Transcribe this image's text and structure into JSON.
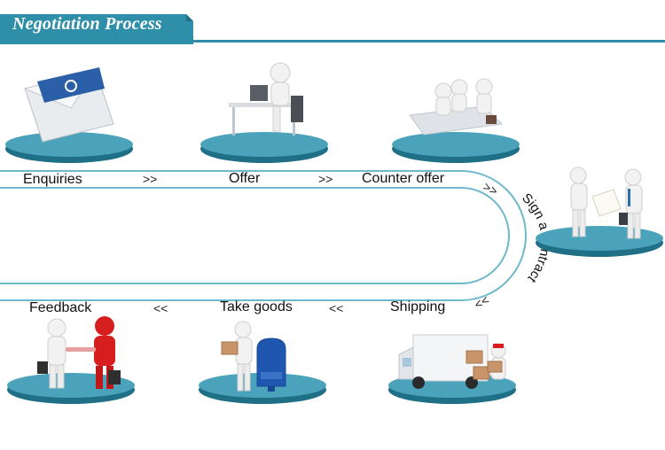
{
  "header": {
    "title": "Negotiation Process"
  },
  "steps": [
    {
      "label": "Enquiries",
      "icon": "envelope-icon"
    },
    {
      "label": "Offer",
      "icon": "person-at-desk-icon"
    },
    {
      "label": "Counter offer",
      "icon": "meeting-table-icon"
    },
    {
      "label": "Sign a contract",
      "icon": "handshake-contract-icon"
    },
    {
      "label": "Shipping",
      "icon": "delivery-truck-icon"
    },
    {
      "label": "Take goods",
      "icon": "mailbox-package-icon"
    },
    {
      "label": "Feedback",
      "icon": "handshake-red-icon"
    }
  ],
  "arrows": {
    "forward": ">>",
    "backward": "<<",
    "curve_top": ">>",
    "curve_bottom": "<<"
  },
  "colors": {
    "header": "#2f8fa8",
    "header_dark": "#1f6f86",
    "track": "#6fb9cc",
    "platform_top": "#4aa3bb",
    "platform_side": "#1f6f86",
    "red_figure": "#d61e1e"
  }
}
